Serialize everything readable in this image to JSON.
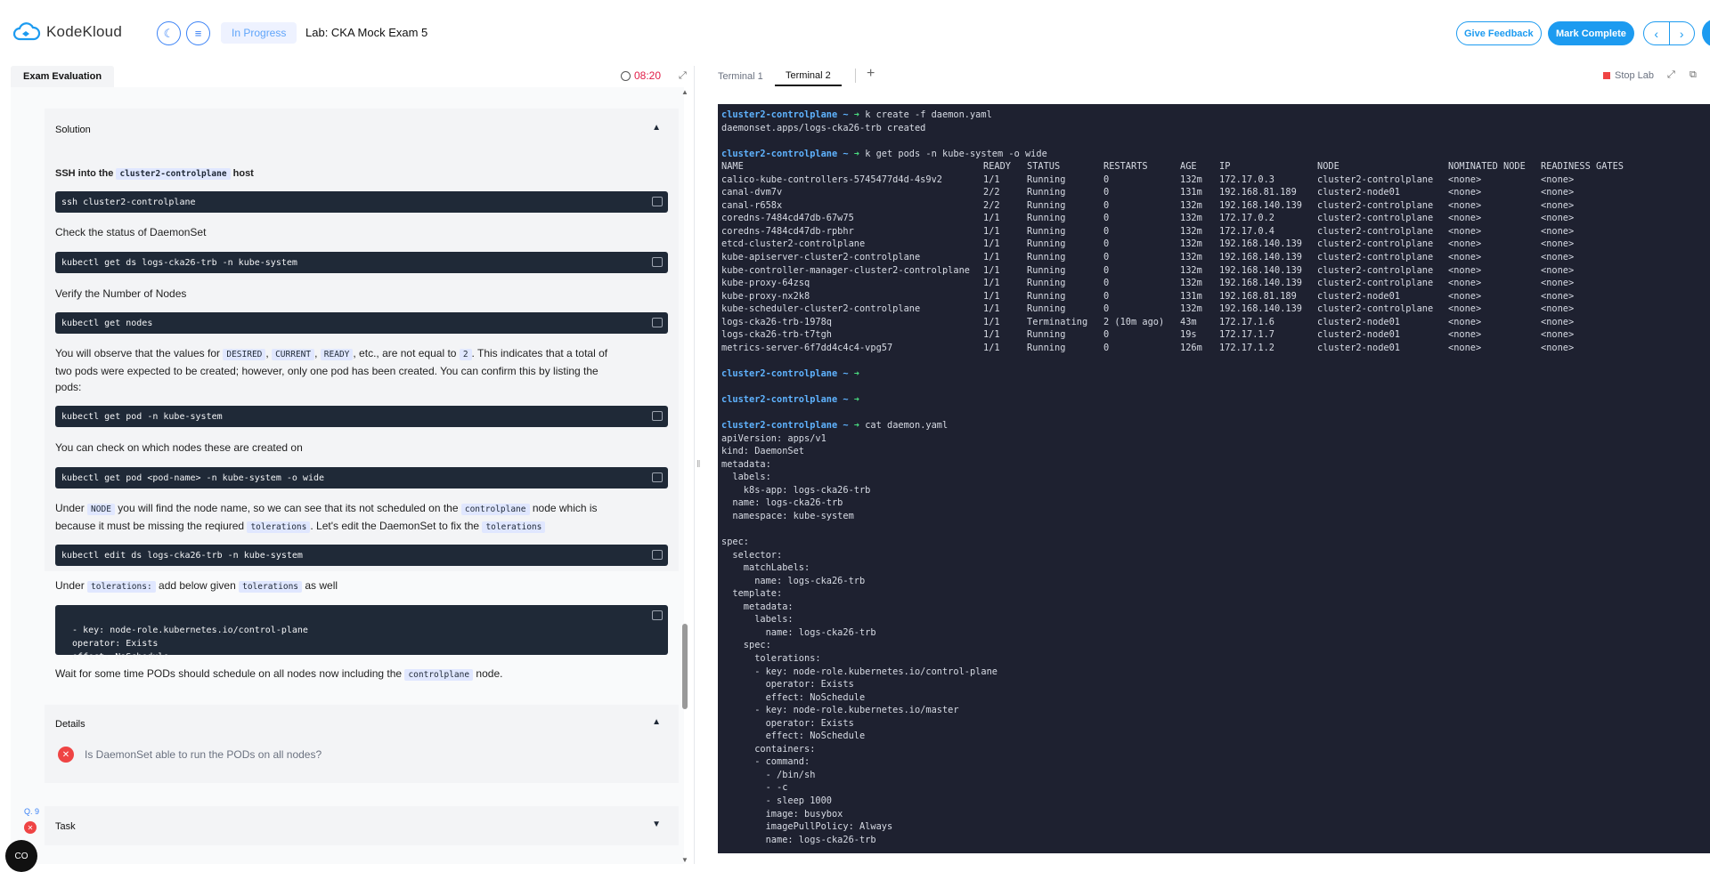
{
  "header": {
    "brand": "KodeKloud",
    "status": "In Progress",
    "lab_title": "Lab: CKA Mock Exam 5",
    "feedback_label": "Give Feedback",
    "complete_label": "Mark Complete",
    "prev_icon": "chevron-left-icon",
    "next_icon": "chevron-right-icon"
  },
  "left": {
    "tab_label": "Exam Evaluation",
    "timer": "08:20",
    "solution_label": "Solution",
    "ssh_prefix": "SSH into the",
    "ssh_host": "cluster2-controlplane",
    "ssh_suffix": "host",
    "cmd_ssh": "ssh cluster2-controlplane",
    "p_check_ds": "Check the status of DaemonSet",
    "cmd_get_ds": "kubectl get ds logs-cka26-trb -n kube-system",
    "p_verify_nodes": "Verify the Number of Nodes",
    "cmd_get_nodes": "kubectl get nodes",
    "obs_1": "You will observe that the values for",
    "obs_desired": "DESIRED",
    "obs_current": "CURRENT",
    "obs_ready": "READY",
    "obs_2": ", etc., are not equal to",
    "obs_two": "2",
    "obs_3": ". This indicates that a total of",
    "obs_line2": "two pods were expected to be created; however, only one pod has been created. You can confirm this by listing the",
    "obs_line3": "pods:",
    "cmd_get_pod": "kubectl get pod  -n kube-system",
    "p_check_nodes": "You can check on which nodes these are created on",
    "cmd_get_pod_wide": "kubectl get pod <pod-name> -n kube-system -o wide",
    "under_1": "Under",
    "under_node": "NODE",
    "under_2": "you will find the node name, so we can see that its not scheduled on the",
    "under_cp": "controlplane",
    "under_3": "node which is",
    "under_line2a": "because it must be missing the reqiured",
    "under_tol": "tolerations",
    "under_line2b": ". Let's edit the DaemonSet to fix the",
    "under_tol2": "tolerations",
    "cmd_edit_ds": "kubectl edit ds logs-cka26-trb -n kube-system",
    "tol_1": "Under",
    "tol_key": "tolerations:",
    "tol_2": "add below given",
    "tol_key2": "tolerations",
    "tol_3": "as well",
    "yaml_block": "- key: node-role.kubernetes.io/control-plane\n  operator: Exists\n  effect: NoSchedule",
    "wait_1": "Wait for some time PODs should schedule on all nodes now including the",
    "wait_cp": "controlplane",
    "wait_2": "node.",
    "details_label": "Details",
    "check_question": "Is DaemonSet able to run the PODs on all nodes?",
    "qnum": "Q. 9",
    "task_label": "Task",
    "chat_label": "CO"
  },
  "right": {
    "tab1": "Terminal 1",
    "tab2": "Terminal 2",
    "plus": "+",
    "stop_label": "Stop Lab"
  },
  "terminal": {
    "prompt": "cluster2-controlplane ~ ",
    "arrow": "➜",
    "cmd1": " k create -f daemon.yaml",
    "out1": "daemonset.apps/logs-cka26-trb created",
    "cmd2": " k get pods -n kube-system -o wide",
    "headers": [
      "NAME",
      "READY",
      "STATUS",
      "RESTARTS",
      "AGE",
      "IP",
      "NODE",
      "NOMINATED NODE",
      "READINESS GATES"
    ],
    "rows": [
      [
        "calico-kube-controllers-5745477d4d-4s9v2",
        "1/1",
        "Running",
        "0",
        "132m",
        "172.17.0.3",
        "cluster2-controlplane",
        "<none>",
        "<none>"
      ],
      [
        "canal-dvm7v",
        "2/2",
        "Running",
        "0",
        "131m",
        "192.168.81.189",
        "cluster2-node01",
        "<none>",
        "<none>"
      ],
      [
        "canal-r658x",
        "2/2",
        "Running",
        "0",
        "132m",
        "192.168.140.139",
        "cluster2-controlplane",
        "<none>",
        "<none>"
      ],
      [
        "coredns-7484cd47db-67w75",
        "1/1",
        "Running",
        "0",
        "132m",
        "172.17.0.2",
        "cluster2-controlplane",
        "<none>",
        "<none>"
      ],
      [
        "coredns-7484cd47db-rpbhr",
        "1/1",
        "Running",
        "0",
        "132m",
        "172.17.0.4",
        "cluster2-controlplane",
        "<none>",
        "<none>"
      ],
      [
        "etcd-cluster2-controlplane",
        "1/1",
        "Running",
        "0",
        "132m",
        "192.168.140.139",
        "cluster2-controlplane",
        "<none>",
        "<none>"
      ],
      [
        "kube-apiserver-cluster2-controlplane",
        "1/1",
        "Running",
        "0",
        "132m",
        "192.168.140.139",
        "cluster2-controlplane",
        "<none>",
        "<none>"
      ],
      [
        "kube-controller-manager-cluster2-controlplane",
        "1/1",
        "Running",
        "0",
        "132m",
        "192.168.140.139",
        "cluster2-controlplane",
        "<none>",
        "<none>"
      ],
      [
        "kube-proxy-64zsq",
        "1/1",
        "Running",
        "0",
        "132m",
        "192.168.140.139",
        "cluster2-controlplane",
        "<none>",
        "<none>"
      ],
      [
        "kube-proxy-nx2k8",
        "1/1",
        "Running",
        "0",
        "131m",
        "192.168.81.189",
        "cluster2-node01",
        "<none>",
        "<none>"
      ],
      [
        "kube-scheduler-cluster2-controlplane",
        "1/1",
        "Running",
        "0",
        "132m",
        "192.168.140.139",
        "cluster2-controlplane",
        "<none>",
        "<none>"
      ],
      [
        "logs-cka26-trb-1978q",
        "1/1",
        "Terminating",
        "2 (10m ago)",
        "43m",
        "172.17.1.6",
        "cluster2-node01",
        "<none>",
        "<none>"
      ],
      [
        "logs-cka26-trb-t7tgh",
        "1/1",
        "Running",
        "0",
        "19s",
        "172.17.1.7",
        "cluster2-node01",
        "<none>",
        "<none>"
      ],
      [
        "metrics-server-6f7dd4c4c4-vpg57",
        "1/1",
        "Running",
        "0",
        "126m",
        "172.17.1.2",
        "cluster2-node01",
        "<none>",
        "<none>"
      ]
    ],
    "cmd3": " cat daemon.yaml",
    "yaml": [
      "apiVersion: apps/v1",
      "kind: DaemonSet",
      "metadata:",
      "  labels:",
      "    k8s-app: logs-cka26-trb",
      "  name: logs-cka26-trb",
      "  namespace: kube-system",
      "",
      "spec:",
      "  selector:",
      "    matchLabels:",
      "      name: logs-cka26-trb",
      "  template:",
      "    metadata:",
      "      labels:",
      "        name: logs-cka26-trb",
      "    spec:",
      "      tolerations:",
      "      - key: node-role.kubernetes.io/control-plane",
      "        operator: Exists",
      "        effect: NoSchedule",
      "      - key: node-role.kubernetes.io/master",
      "        operator: Exists",
      "        effect: NoSchedule",
      "      containers:",
      "      - command:",
      "        - /bin/sh",
      "        - -c",
      "        - sleep 1000",
      "        image: busybox",
      "        imagePullPolicy: Always",
      "        name: logs-cka26-trb"
    ]
  }
}
